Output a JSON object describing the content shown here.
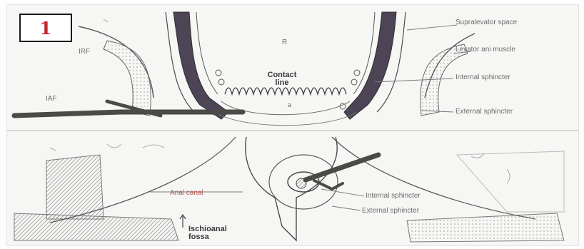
{
  "badge": {
    "number": "1",
    "number_color": "#c0272d"
  },
  "labels": {
    "ipf": "IRF",
    "iaf": "IAF",
    "r": "R",
    "a": "a",
    "contact_line": "Contact line",
    "supralevator_space": "Supralevator space",
    "levator_ani_muscle": "Levator ani muscle",
    "internal_sphincter_top": "Internal sphincter",
    "external_sphincter_top": "External sphincter",
    "anal_canal": "Anal canal",
    "internal_sphincter_bottom": "Internal sphincter",
    "external_sphincter_bottom": "External sphincter",
    "ischioanal_fossa": "Ischioanal fossa"
  },
  "colors": {
    "ink": "#3a3a3a",
    "marker": "#4a4a48",
    "hatch": "#8a8a8a"
  }
}
